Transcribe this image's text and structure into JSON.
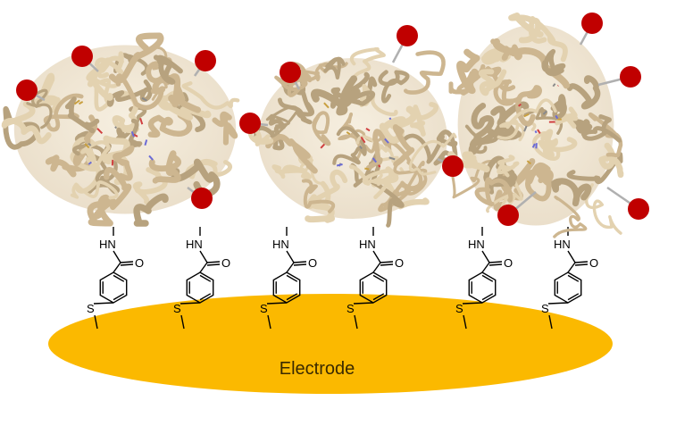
{
  "electrode": {
    "label": "Electrode",
    "color": "#fbb900"
  },
  "linker_labels": {
    "amine": "HN",
    "oxygen": "O",
    "sulfur": "S"
  },
  "linker_count": 6,
  "enzyme_count": 3,
  "label_color": "#c00000",
  "protein_color": "#d9c4a0"
}
